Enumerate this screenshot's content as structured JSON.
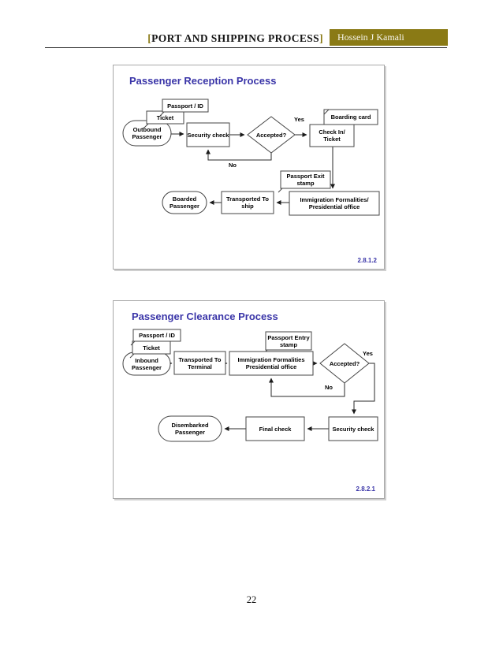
{
  "colors": {
    "accent_blue": "#3a35a8",
    "gold": "#8a7a15",
    "shape_border": "#454545"
  },
  "header": {
    "bracket_open": "[",
    "title": "PORT AND SHIPPING PROCESS",
    "bracket_close": "]",
    "author": "Hossein J Kamali"
  },
  "page_number": "22",
  "diagrams": [
    {
      "title": "Passenger Reception Process",
      "ref": "2.8.1.2",
      "nodes": {
        "passport_id": "Passport / ID",
        "ticket": "Ticket",
        "start": "Outbound Passenger",
        "security": "Security check",
        "decision": "Accepted?",
        "yes": "Yes",
        "no": "No",
        "boarding_card": "Boarding card",
        "checkin": "Check In/ Ticket",
        "exit_stamp": "Passport Exit stamp",
        "immigration": "Immigration Formalities/ Presidential office",
        "transport": "Transported To ship",
        "end": "Boarded Passenger"
      }
    },
    {
      "title": "Passenger Clearance Process",
      "ref": "2.8.2.1",
      "nodes": {
        "passport_id": "Passport / ID",
        "ticket": "Ticket",
        "start": "Inbound Passenger",
        "transport": "Transported To Terminal",
        "immigration": "Immigration Formalities Presidential office",
        "entry_stamp": "Passport Entry stamp",
        "decision": "Accepted?",
        "yes": "Yes",
        "no": "No",
        "security": "Security check",
        "final": "Final check",
        "end": "Disembarked Passenger"
      }
    }
  ]
}
